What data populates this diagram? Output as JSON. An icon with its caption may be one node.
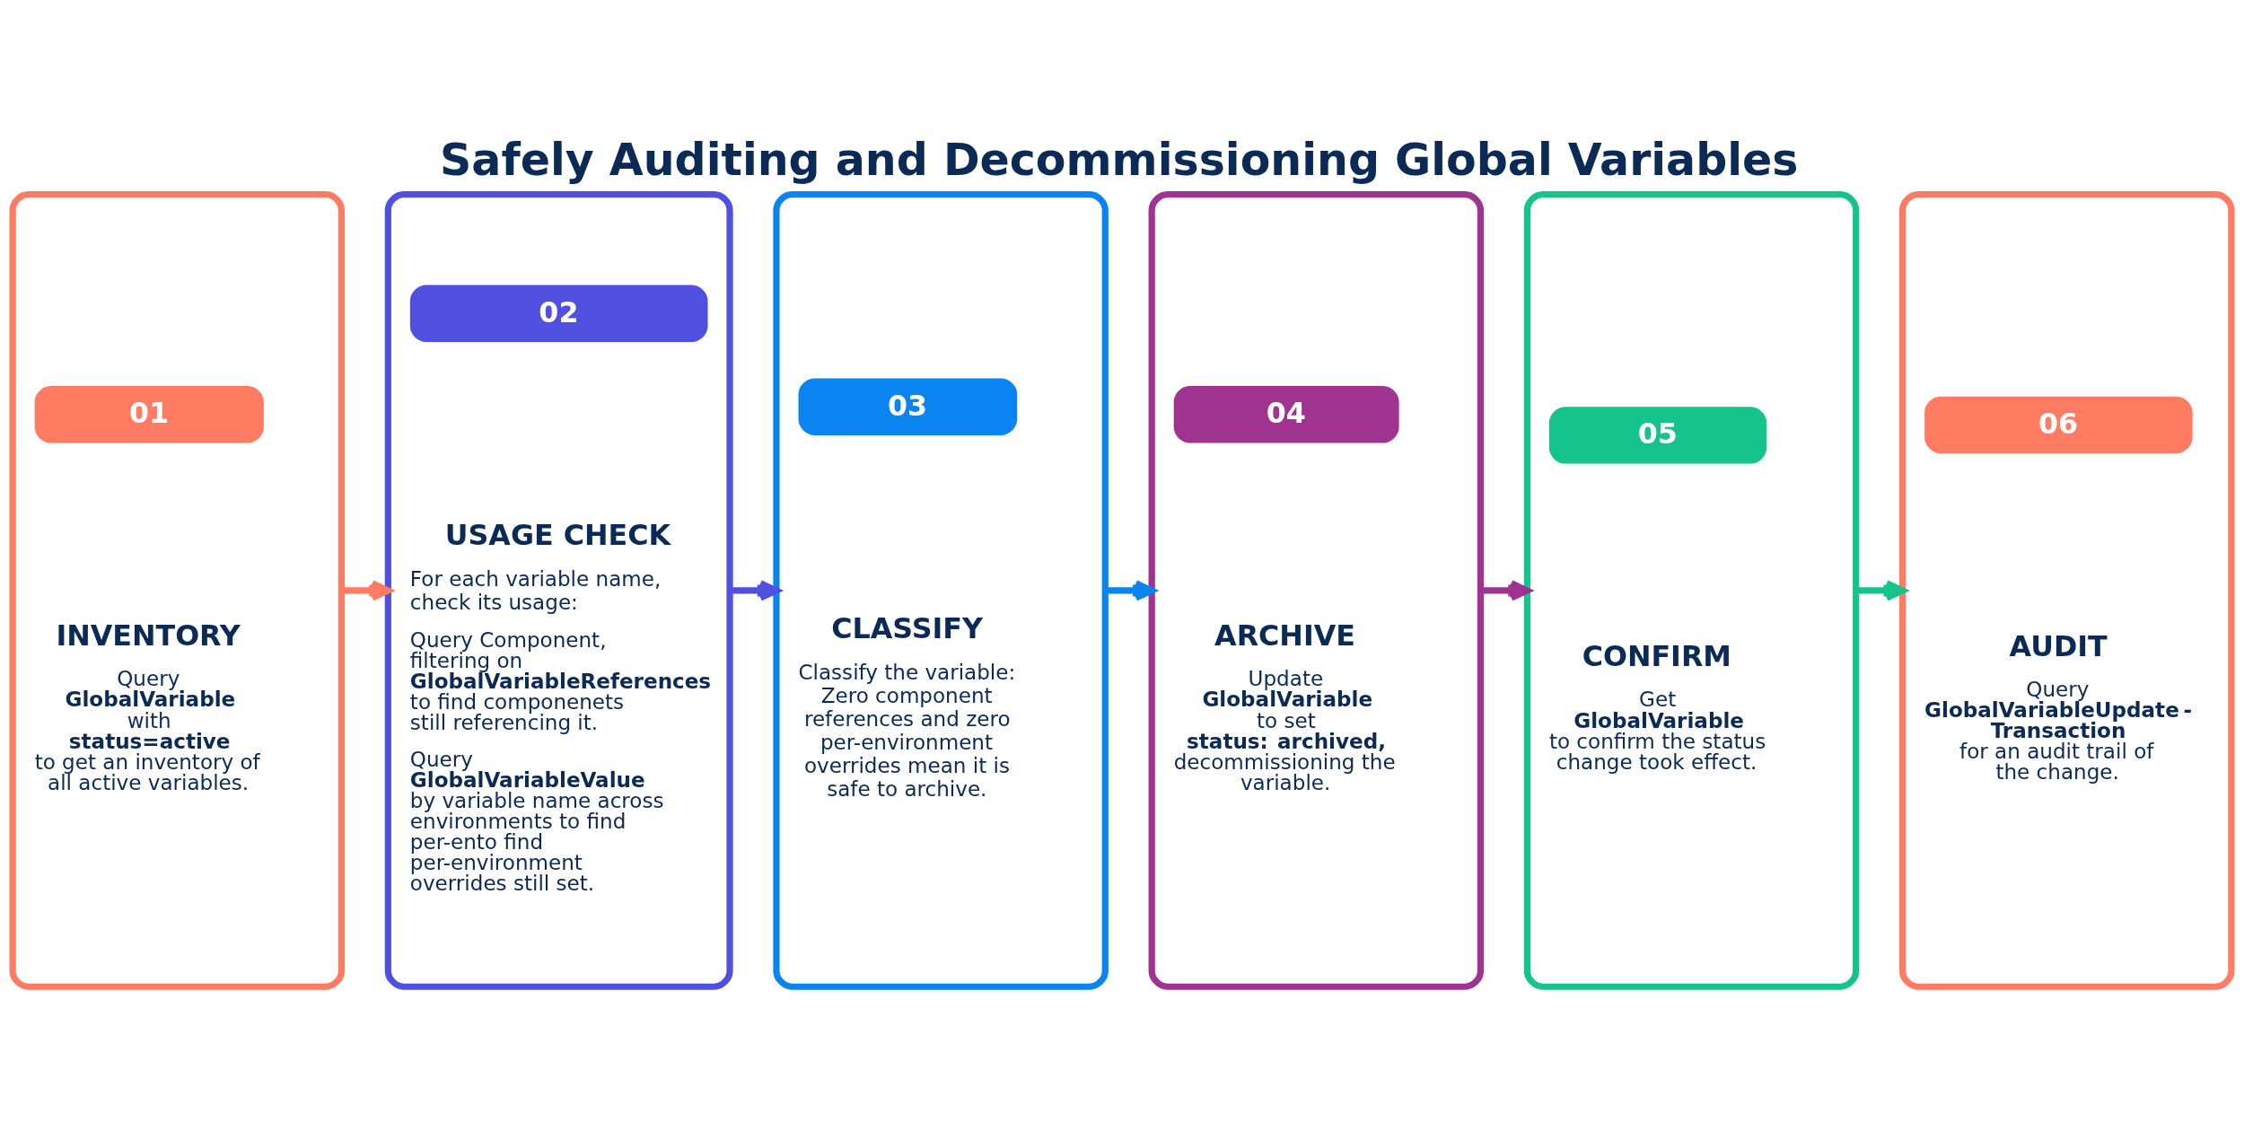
{
  "diagram": {
    "title": "Safely Auditing and Decommissioning Global Variables",
    "nodes": [
      {
        "text": [
          "01",
          "INVENTORY",
          "Query **GlobalVariable** with **status=active** to get an inventory of all active variables."
        ]
      },
      {
        "text": [
          "02",
          "USAGE CHECK",
          "For each variable name, check its usage:",
          "Query Component, filtering on **GlobalVariableReferences** to find componenets still referencing it.",
          "Query **GlobalVariableValue** by variable name across environments to find per-ento find per-environment overrides still set."
        ]
      },
      {
        "text": [
          "03",
          "CLASSIFY",
          "Classify the variable: Zero component references and zero per-environment overrides mean it is safe to archive."
        ]
      },
      {
        "text": [
          "04",
          "ARCHIVE",
          "Update **GlobalVariable** to set **status: archived,** decommissioning the variable."
        ]
      },
      {
        "text": [
          "05",
          "CONFIRM",
          "Get **GlobalVariable** to confirm the status change took effect."
        ]
      },
      {
        "text": [
          "06",
          "AUDIT",
          "Query **GlobalVariableUpdate - Transaction** for an audit trail of the change."
        ]
      }
    ],
    "edges": [
      {
        "from": 0,
        "to": 1,
        "arrow": "to",
        "color": "#ff7b61"
      },
      {
        "from": 1,
        "to": 2,
        "arrow": "to",
        "color": "#5050e0"
      },
      {
        "from": 2,
        "to": 3,
        "arrow": "to",
        "color": "#0a84f0"
      },
      {
        "from": 3,
        "to": 4,
        "arrow": "to",
        "color": "#a0338f"
      },
      {
        "from": 4,
        "to": 5,
        "arrow": "to",
        "color": "#14c48a"
      }
    ]
  }
}
